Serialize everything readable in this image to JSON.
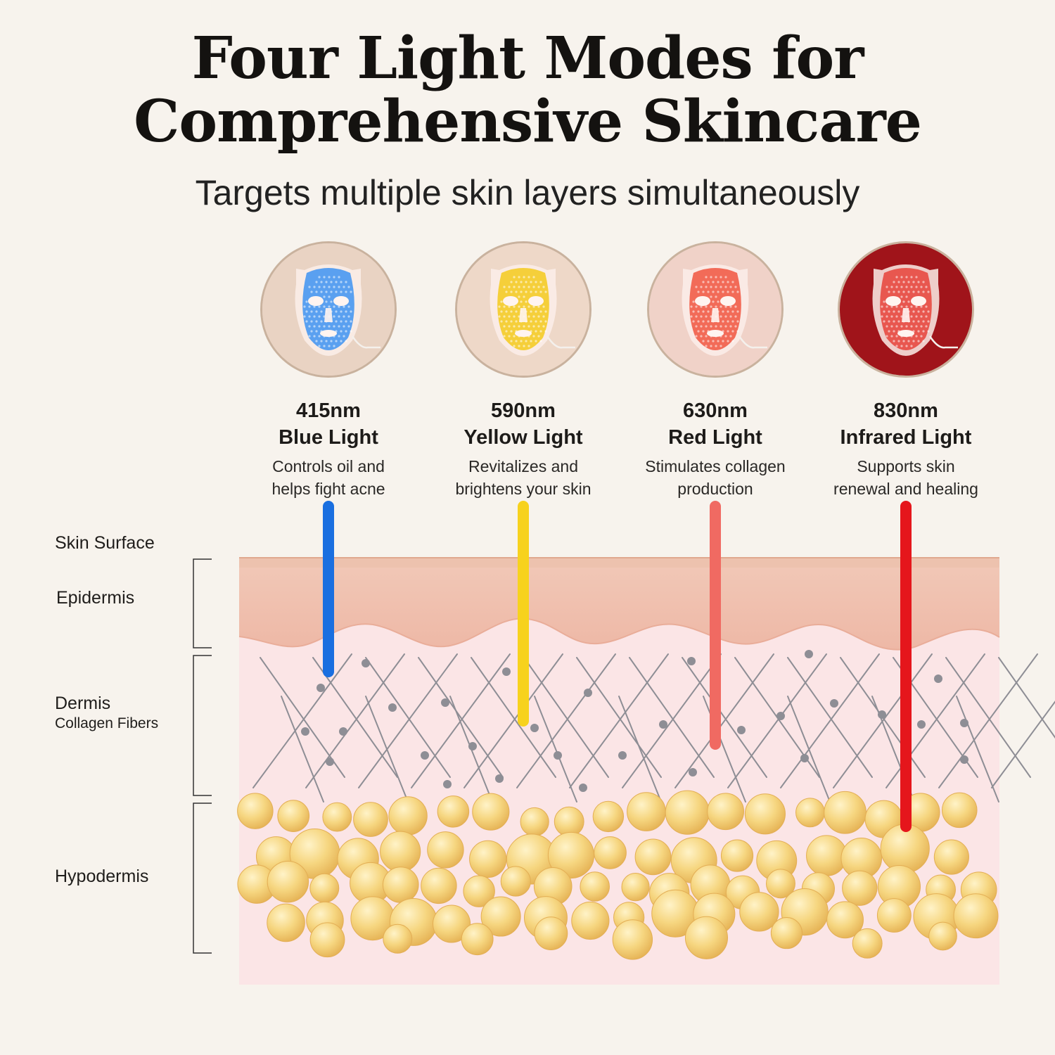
{
  "header": {
    "title_line1": "Four Light Modes for",
    "title_line2": "Comprehensive Skincare",
    "subtitle": "Targets multiple skin layers simultaneously"
  },
  "modes": [
    {
      "wavelength": "415nm",
      "name": "Blue Light",
      "desc_line1": "Controls oil and",
      "desc_line2": "helps fight acne",
      "color": "#1a6fe0",
      "mask_color": "#5aa0f0",
      "bg_color": "#e9d3c3",
      "depth": "dermis"
    },
    {
      "wavelength": "590nm",
      "name": "Yellow Light",
      "desc_line1": "Revitalizes and",
      "desc_line2": "brightens your skin",
      "color": "#f7d21d",
      "mask_color": "#f5cf3a",
      "bg_color": "#eed8c8",
      "depth": "dermis"
    },
    {
      "wavelength": "630nm",
      "name": "Red Light",
      "desc_line1": "Stimulates collagen",
      "desc_line2": "production",
      "color": "#f06a62",
      "mask_color": "#f26b58",
      "bg_color": "#f0d2c8",
      "depth": "deep dermis"
    },
    {
      "wavelength": "830nm",
      "name": "Infrared Light",
      "desc_line1": "Supports skin",
      "desc_line2": "renewal and healing",
      "color": "#e5161c",
      "mask_color": "#e8574f",
      "bg_color": "#a0141a",
      "depth": "hypodermis"
    }
  ],
  "layers": {
    "surface": "Skin Surface",
    "epidermis": "Epidermis",
    "dermis": "Dermis",
    "dermis_sub": "Collagen Fibers",
    "hypodermis": "Hypodermis"
  },
  "colors": {
    "background": "#f7f3ed",
    "epidermis": "#f0c4b4",
    "surface": "#eab8a4",
    "dermis": "#fbe6e6",
    "fat_cell": "#f6d680",
    "collagen": "#8e8e95"
  },
  "icons": [
    "led-mask-icon"
  ]
}
